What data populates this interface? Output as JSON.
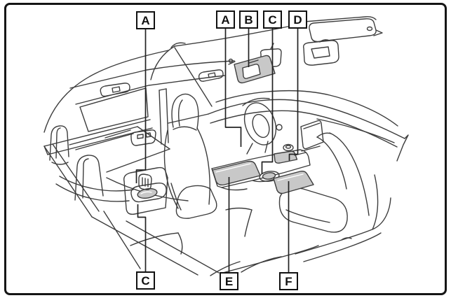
{
  "diagram": {
    "description": "Cutaway line illustration of a car interior viewed from the rear left, with boxed letter callouts connected by leader lines to interior storage locations",
    "callouts": [
      {
        "letter": "A",
        "position": "top-left",
        "target_hint": "outlet panel on rear of center console"
      },
      {
        "letter": "A",
        "position": "top",
        "target_hint": "pocket below dashboard beside driver's knee"
      },
      {
        "letter": "B",
        "position": "top",
        "target_hint": "sun visor with vanity mirror"
      },
      {
        "letter": "C",
        "position": "top",
        "target_hint": "front cup holder on center console"
      },
      {
        "letter": "D",
        "position": "top",
        "target_hint": "tray on center console"
      },
      {
        "letter": "C",
        "position": "bottom",
        "target_hint": "recess on rear of center console"
      },
      {
        "letter": "E",
        "position": "bottom",
        "target_hint": "shaded tray at front of center console"
      },
      {
        "letter": "F",
        "position": "bottom",
        "target_hint": "shaded front passenger floor area"
      }
    ],
    "colors": {
      "background": "#ffffff",
      "frame_border": "#151515",
      "artwork_line": "#3d3d3d",
      "shaded_fill": "#c8c8c8",
      "label_border": "#111111",
      "label_text": "#111111",
      "leader_line": "#222222"
    }
  }
}
